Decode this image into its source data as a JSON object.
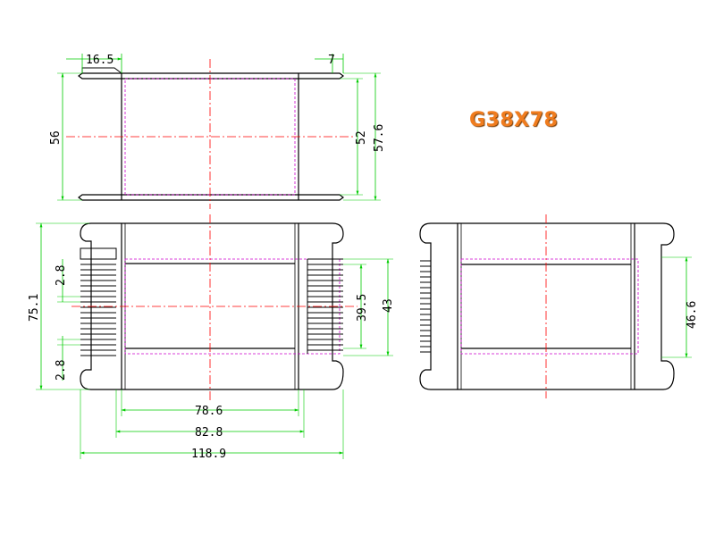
{
  "title": "G38X78",
  "colors": {
    "outline": "#000000",
    "dimension": "#00cc00",
    "centerline": "#ff0000",
    "hidden": "#cc00cc",
    "title": "#f07c1e"
  },
  "dimensions": {
    "top_left_flange": "16.5",
    "top_right_flange": "7",
    "top_height_outer": "56",
    "top_height_inner": "52",
    "top_height_total": "57.6",
    "front_height_total": "75.1",
    "front_fin_gap_top": "2.8",
    "front_fin_gap_bottom": "2.8",
    "front_window_inner": "39.5",
    "front_window_outer": "43",
    "width_inner": "78.6",
    "width_mid": "82.8",
    "width_total": "118.9",
    "side_window": "46.6"
  }
}
